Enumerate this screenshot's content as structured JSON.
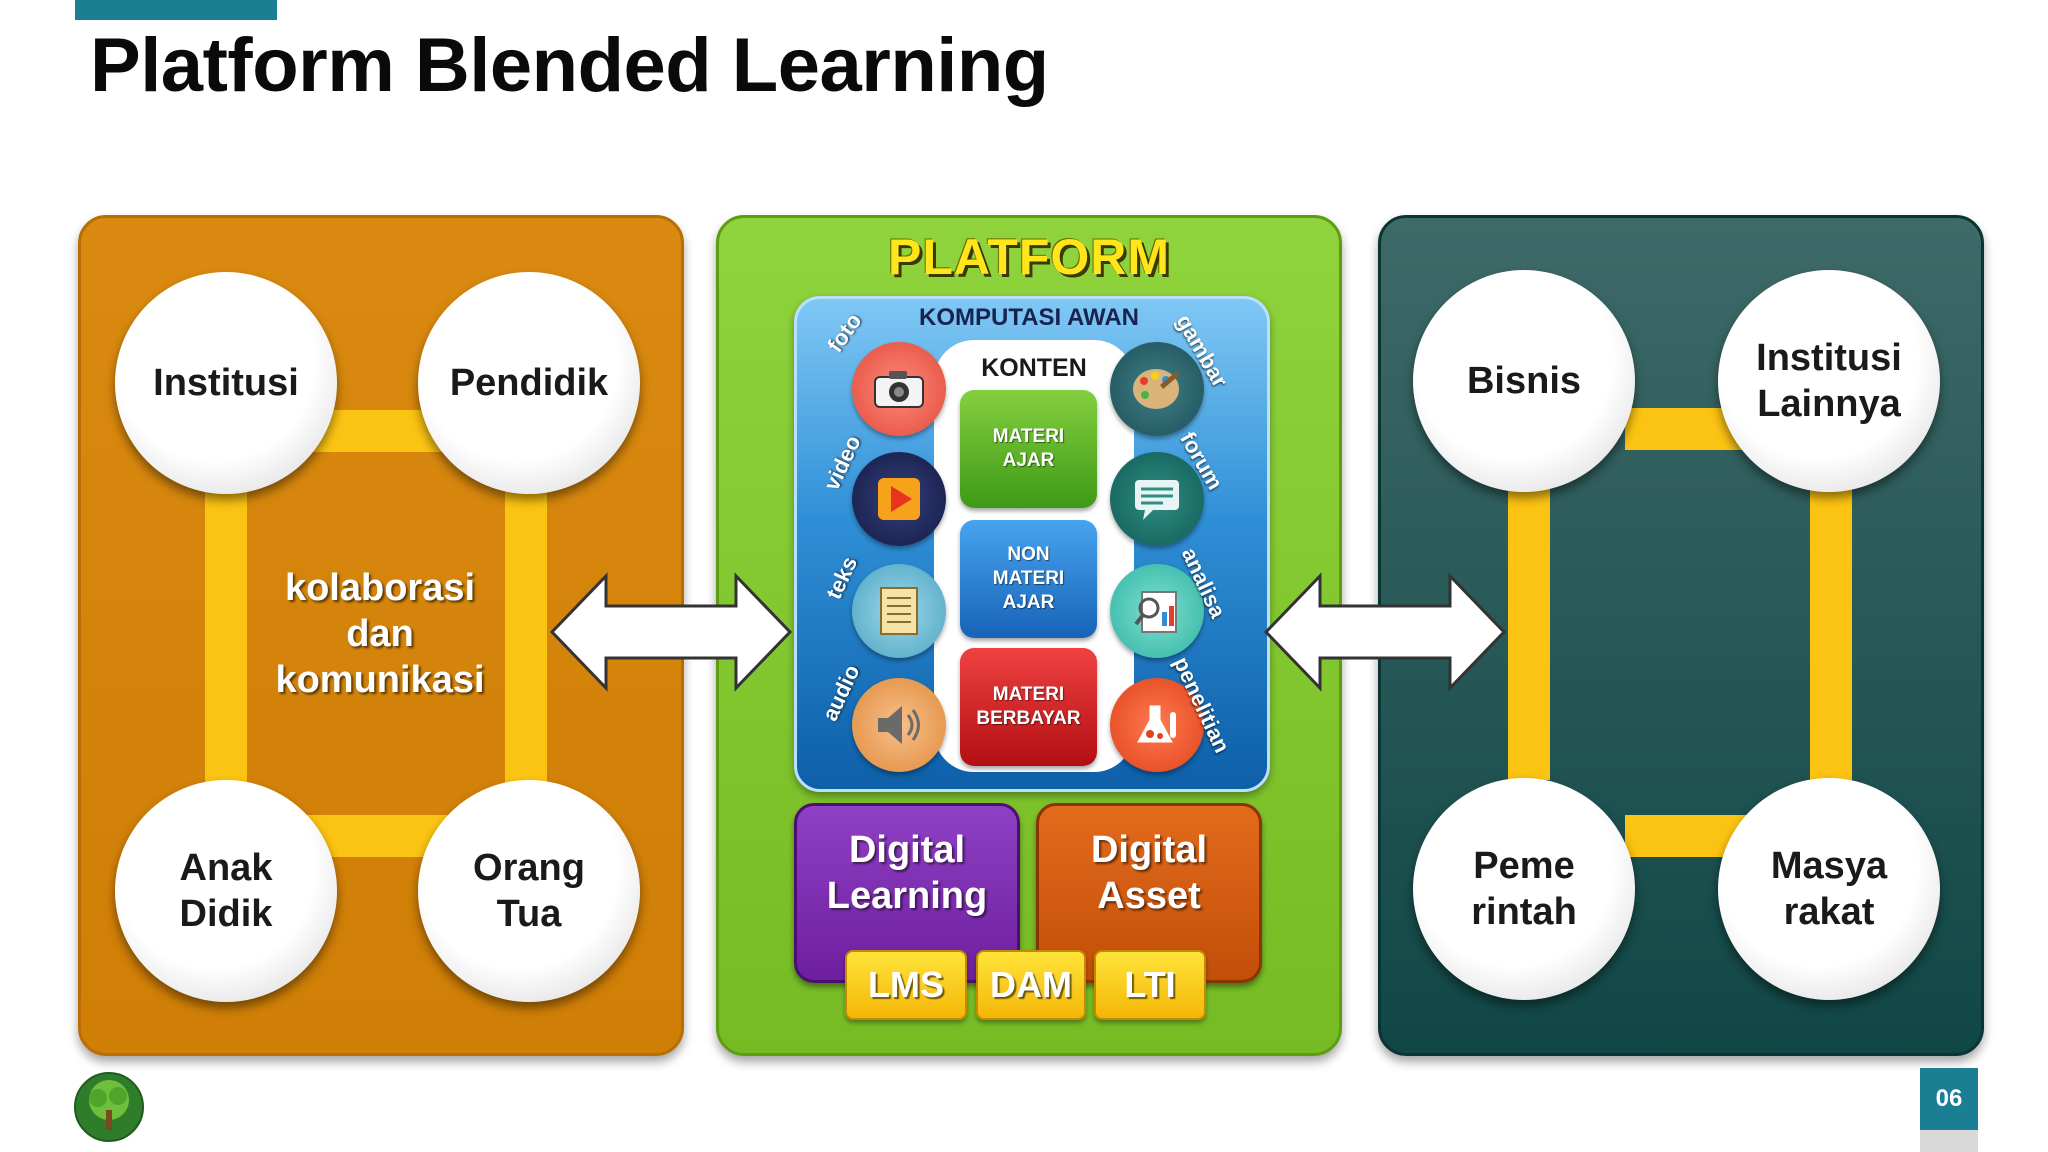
{
  "slide": {
    "title": "Platform Blended Learning",
    "page_number": "06"
  },
  "left_group": {
    "circles": [
      "Institusi",
      "Pendidik",
      "Anak\nDidik",
      "Orang\nTua"
    ],
    "center_text": "kolaborasi\ndan\nkomunikasi"
  },
  "platform": {
    "title": "PLATFORM",
    "cloud_label": "KOMPUTASI AWAN",
    "content_label": "KONTEN",
    "content_boxes": [
      "MATERI\nAJAR",
      "NON\nMATERI\nAJAR",
      "MATERI\nBERBAYAR"
    ],
    "left_media": [
      "foto",
      "video",
      "teks",
      "audio"
    ],
    "right_media": [
      "gambar",
      "forum",
      "analisa",
      "penelitian"
    ],
    "digital_learning": "Digital\nLearning",
    "digital_asset": "Digital\nAsset",
    "buttons": [
      "LMS",
      "DAM",
      "LTI"
    ]
  },
  "right_group": {
    "circles": [
      "Bisnis",
      "Institusi\nLainnya",
      "Peme\nrintah",
      "Masya\nrakat"
    ]
  },
  "colors": {
    "accent": "#1b7f93",
    "left_panel": "#d4830a",
    "mid_panel": "#80c52c",
    "right_panel": "#1d5655",
    "connector": "#fbc312",
    "platform_title": "#ffe51c"
  }
}
